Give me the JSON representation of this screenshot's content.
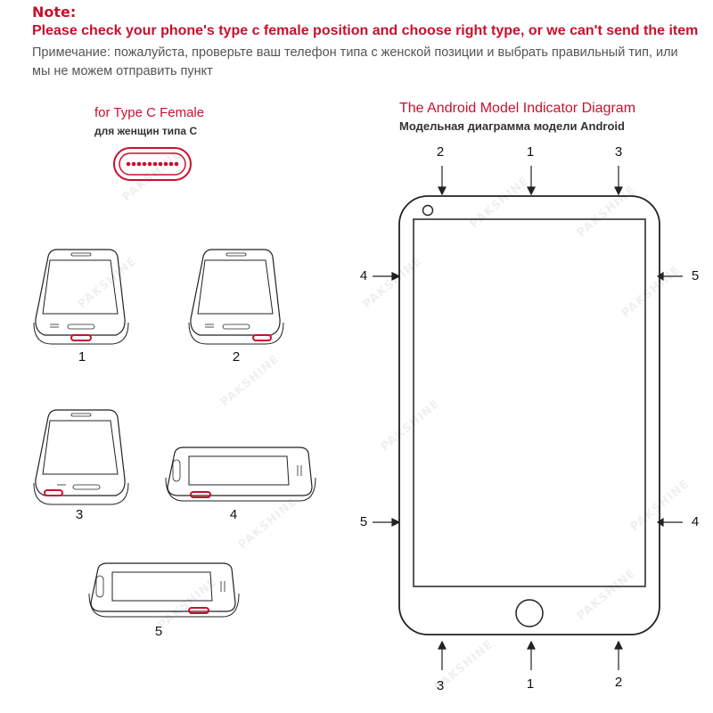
{
  "note": {
    "label": "Note:",
    "text_en": "Please check your phone's type c female position and choose right type, or we can't send the item",
    "text_ru": "Примечание: пожалуйста, проверьте ваш телефон типа с женской позиции и выбрать правильный тип, или мы не можем отправить пункт"
  },
  "type_c": {
    "title": "for Type C Female",
    "subtitle": "для женщин типа C"
  },
  "phones": {
    "labels": [
      "1",
      "2",
      "3",
      "4",
      "5"
    ]
  },
  "android": {
    "title": "The Android Model Indicator Diagram",
    "subtitle": "Модельная диаграмма модели Android",
    "top_labels": [
      "2",
      "1",
      "3"
    ],
    "left_labels": [
      "4",
      "5"
    ],
    "right_labels": [
      "5",
      "4"
    ],
    "bottom_labels": [
      "3",
      "1",
      "2"
    ]
  },
  "watermark": "PAKSHINE",
  "colors": {
    "accent": "#c8102e",
    "line": "#222222"
  }
}
